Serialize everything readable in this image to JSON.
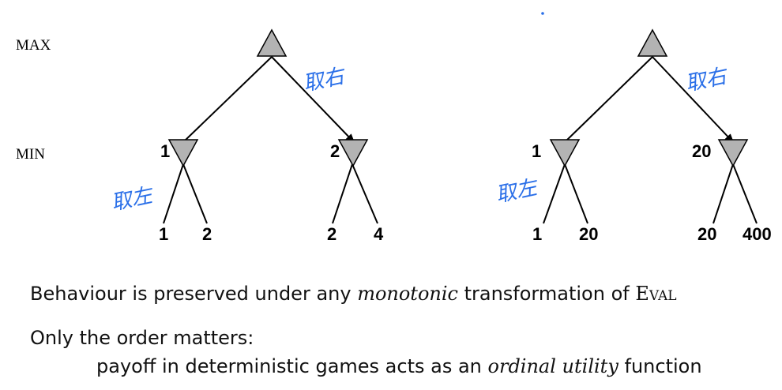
{
  "levels": {
    "max": "MAX",
    "min": "MIN"
  },
  "tree_left": {
    "min_values": [
      "1",
      "2"
    ],
    "leaves": [
      "1",
      "2",
      "2",
      "4"
    ],
    "annotation_right": "取右",
    "annotation_left": "取左"
  },
  "tree_right": {
    "min_values": [
      "1",
      "20"
    ],
    "leaves": [
      "1",
      "20",
      "20",
      "400"
    ],
    "annotation_right": "取右",
    "annotation_left": "取左"
  },
  "caption1": {
    "prefix": "Behaviour is preserved under any ",
    "em": "monotonic",
    "middle": " transformation of ",
    "eval": "Eval"
  },
  "caption2": "Only the order matters:",
  "caption3": {
    "prefix": "payoff in deterministic games acts as an ",
    "em": "ordinal utility",
    "suffix": " function"
  },
  "colors": {
    "node_fill": "#b3b3b3",
    "annotation": "#2a6fe8"
  }
}
